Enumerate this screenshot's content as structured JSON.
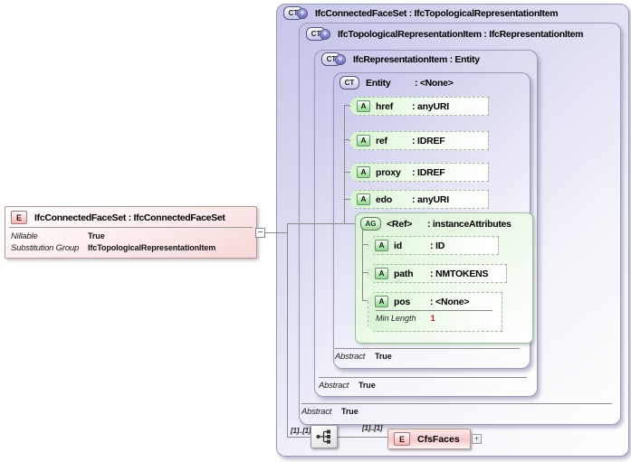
{
  "colors": {
    "box_fill": "#c5c5e9",
    "box_border": "#9a9ab9",
    "group_fill": "#dcf2d7",
    "group_border": "#9cbd9c",
    "pill_border": "#a3b8a3",
    "element_fill": "#f7d7d7",
    "element_border": "#b39a9a",
    "connector": "#8a8a8a",
    "facet_value": "#cc2222"
  },
  "left_element": {
    "icon": "E",
    "title": "IfcConnectedFaceSet : IfcConnectedFaceSet",
    "collapse_glyph": "−",
    "properties": [
      {
        "label": "Nillable",
        "value": "True"
      },
      {
        "label": "Substitution Group",
        "value": "IfcTopologicalRepresentationItem"
      }
    ]
  },
  "diagram": {
    "boxes": {
      "outer": {
        "icon": "CT",
        "plus": "+",
        "title": "IfcConnectedFaceSet : IfcTopologicalRepresentationItem"
      },
      "middle": {
        "icon": "CT",
        "plus": "+",
        "title": "IfcTopologicalRepresentationItem : IfcRepresentationItem",
        "abstract": {
          "label": "Abstract",
          "value": "True"
        }
      },
      "inner": {
        "icon": "CT",
        "plus": "+",
        "title": "IfcRepresentationItem : Entity",
        "abstract": {
          "label": "Abstract",
          "value": "True"
        }
      },
      "entity": {
        "icon": "CT",
        "name": "Entity",
        "type": ": <None>",
        "abstract": {
          "label": "Abstract",
          "value": "True"
        },
        "attributes": [
          {
            "icon": "A",
            "name": "href",
            "type": ": anyURI"
          },
          {
            "icon": "A",
            "name": "ref",
            "type": ": IDREF"
          },
          {
            "icon": "A",
            "name": "proxy",
            "type": ": IDREF"
          },
          {
            "icon": "A",
            "name": "edo",
            "type": ": anyURI"
          }
        ]
      },
      "attribute_group": {
        "icon": "AG",
        "name": "<Ref>",
        "type": ": instanceAttributes",
        "attributes": [
          {
            "icon": "A",
            "name": "id",
            "type": ": ID"
          },
          {
            "icon": "A",
            "name": "path",
            "type": ": NMTOKENS"
          },
          {
            "icon": "A",
            "name": "pos",
            "type": ": <None>",
            "facet": {
              "label": "Min Length",
              "value": "1"
            }
          }
        ]
      }
    },
    "content": {
      "cardinality_left": "[1]..[1]",
      "cardinality_right": "[1]..[1]",
      "element": {
        "icon": "E",
        "name": "CfsFaces"
      },
      "expander_glyph": "+"
    }
  }
}
